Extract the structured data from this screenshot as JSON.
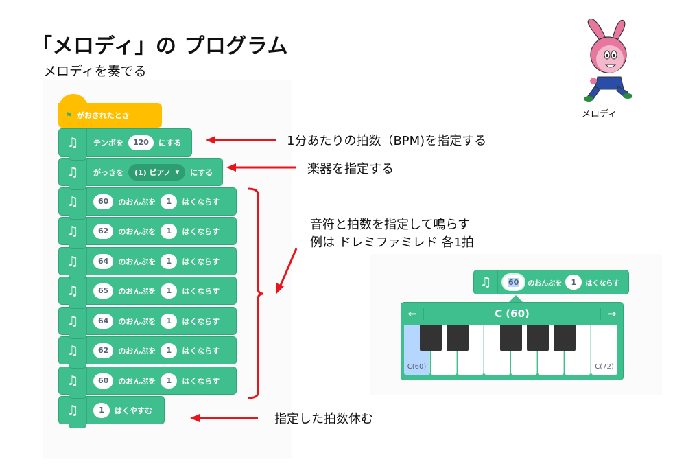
{
  "heading": {
    "title": "「メロディ」の プログラム",
    "subtitle": "メロディを奏でる"
  },
  "mascot": {
    "name": "メロディ",
    "icon": "rabbit-character"
  },
  "script_blocks": {
    "hat": {
      "icon": "green-flag-icon",
      "label": "がおされたとき"
    },
    "tempo": {
      "icon": "music-notes-icon",
      "prefix": "テンポを",
      "value": "120",
      "suffix": "にする"
    },
    "instrument": {
      "icon": "music-notes-icon",
      "prefix": "がっきを",
      "value": "(1) ピアノ",
      "suffix": "にする"
    },
    "notes": [
      {
        "note": "60",
        "middle": "のおんぷを",
        "beats": "1",
        "suffix": "はくならす"
      },
      {
        "note": "62",
        "middle": "のおんぷを",
        "beats": "1",
        "suffix": "はくならす"
      },
      {
        "note": "64",
        "middle": "のおんぷを",
        "beats": "1",
        "suffix": "はくならす"
      },
      {
        "note": "65",
        "middle": "のおんぷを",
        "beats": "1",
        "suffix": "はくならす"
      },
      {
        "note": "64",
        "middle": "のおんぷを",
        "beats": "1",
        "suffix": "はくならす"
      },
      {
        "note": "62",
        "middle": "のおんぷを",
        "beats": "1",
        "suffix": "はくならす"
      },
      {
        "note": "60",
        "middle": "のおんぷを",
        "beats": "1",
        "suffix": "はくならす"
      }
    ],
    "rest": {
      "beats": "1",
      "suffix": "はくやすむ"
    }
  },
  "annotations": {
    "tempo": "1分あたりの拍数（BPM)を指定する",
    "instrument": "楽器を指定する",
    "notes_line1": "音符と拍数を指定して鳴らす",
    "notes_line2": "例は ドレミファミレド 各1拍",
    "rest": "指定した拍数休む",
    "arrow_color": "#e8141b"
  },
  "piano_example": {
    "block": {
      "note": "60",
      "middle": "のおんぷを",
      "beats": "1",
      "suffix": "はくならす"
    },
    "header": "C (60)",
    "left_arrow": "←",
    "right_arrow": "→",
    "low_label": "C(60)",
    "high_label": "C(72)",
    "selected_note": "C(60)"
  },
  "colors": {
    "block_green": "#3fbf8d",
    "hat_yellow": "#ffbf00",
    "selected_key": "#b4d6ff"
  }
}
